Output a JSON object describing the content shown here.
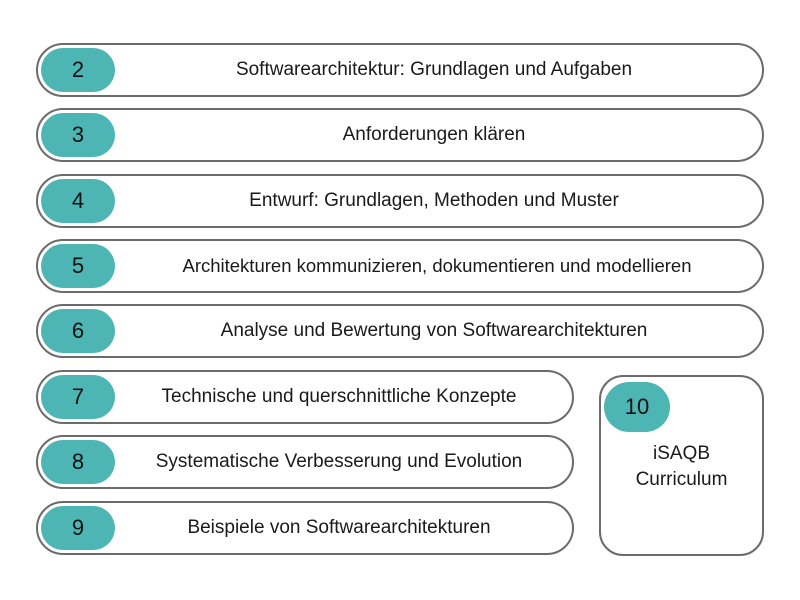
{
  "chapters": [
    {
      "number": "2",
      "title": "Softwarearchitektur: Grundlagen und Aufgaben"
    },
    {
      "number": "3",
      "title": "Anforderungen klären"
    },
    {
      "number": "4",
      "title": "Entwurf: Grundlagen, Methoden und Muster"
    },
    {
      "number": "5",
      "title": "Architekturen kommunizieren, dokumentieren und modellieren"
    },
    {
      "number": "6",
      "title": "Analyse und Bewertung von Softwarearchitekturen"
    },
    {
      "number": "7",
      "title": "Technische und querschnittliche Konzepte"
    },
    {
      "number": "8",
      "title": "Systematische Verbesserung und Evolution"
    },
    {
      "number": "9",
      "title": "Beispiele von Softwarearchitekturen"
    }
  ],
  "side": {
    "number": "10",
    "line1": "iSAQB",
    "line2": "Curriculum"
  },
  "colors": {
    "badge": "#4db5b3",
    "border": "#6b6b6b"
  }
}
